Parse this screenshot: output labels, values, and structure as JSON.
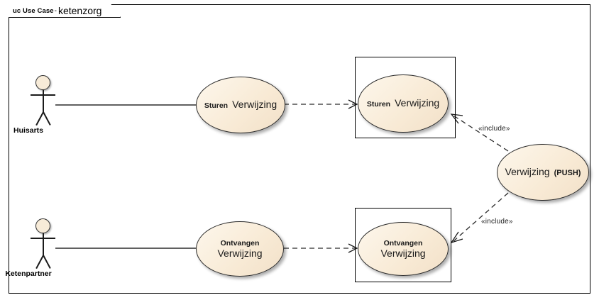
{
  "diagram": {
    "frame_title": {
      "kind": "uc Use Case",
      "separator": "-",
      "name": "ketenzorg"
    },
    "colors": {
      "element_fill": "#faeedd",
      "element_border": "#2b2b2b",
      "frame_border": "#000000",
      "connector": "#2b2b2b",
      "background": "#ffffff"
    },
    "actors": [
      {
        "id": "huisarts",
        "label": "Huisarts"
      },
      {
        "id": "ketenpartner",
        "label": "Ketenpartner"
      }
    ],
    "use_cases": [
      {
        "id": "sturen-verwijzing-left",
        "line1_bold": "Sturen",
        "line1_plain": "Verwijzing",
        "layout": "inline"
      },
      {
        "id": "sturen-verwijzing-right",
        "line1_bold": "Sturen",
        "line1_plain": "Verwijzing",
        "layout": "inline"
      },
      {
        "id": "verwijzing-push",
        "line1_plain": "Verwijzing",
        "line1_bold_suffix": "(PUSH)",
        "layout": "inline-suffix"
      },
      {
        "id": "ontvangen-verwijzing-left",
        "line1_bold": "Ontvangen",
        "line2_plain": "Verwijzing",
        "layout": "stacked"
      },
      {
        "id": "ontvangen-verwijzing-right",
        "line1_bold": "Ontvangen",
        "line2_plain": "Verwijzing",
        "layout": "stacked"
      }
    ],
    "connectors": [
      {
        "id": "assoc-huisarts-sturen",
        "type": "association",
        "style": "solid",
        "label": ""
      },
      {
        "id": "assoc-ketenpartner-ontvangen",
        "type": "association",
        "style": "solid",
        "label": ""
      },
      {
        "id": "realize-sturen",
        "type": "dependency",
        "style": "dashed",
        "label": ""
      },
      {
        "id": "realize-ontvangen",
        "type": "dependency",
        "style": "dashed",
        "label": ""
      },
      {
        "id": "include-push-sturen",
        "type": "include",
        "style": "dashed",
        "label": "«include»"
      },
      {
        "id": "include-push-ontvangen",
        "type": "include",
        "style": "dashed",
        "label": "«include»"
      }
    ]
  }
}
